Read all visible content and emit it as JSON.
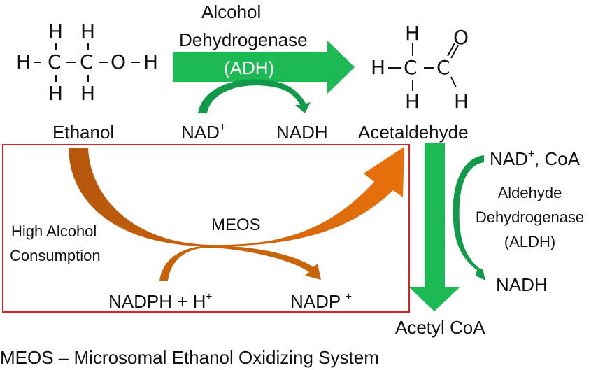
{
  "colors": {
    "adh_green": "#1db954",
    "adh_dark_green": "#12994a",
    "meos_orange_dark": "#b5560c",
    "meos_orange": "#e8710c",
    "box_red": "#dd2222",
    "text": "#111111"
  },
  "ethanol": {
    "name": "Ethanol",
    "structure": {
      "top_h1": "H",
      "top_h2": "H",
      "row": [
        "H",
        "–",
        "C",
        "–",
        "C",
        "–",
        "O",
        "–",
        "H"
      ],
      "bottom_h1": "H",
      "bottom_h2": "H"
    }
  },
  "acetaldehyde": {
    "name": "Acetaldehyde",
    "structure": {
      "top_h": "H",
      "oxygen": "O",
      "row": [
        "H",
        "C",
        "C"
      ],
      "bottom_h1": "H",
      "bottom_h2": "H"
    }
  },
  "adh_reaction": {
    "enzyme_line1": "Alcohol",
    "enzyme_line2": "Dehydrogenase",
    "abbreviation": "(ADH)",
    "cofactor_in": "NAD",
    "cofactor_in_sup": "+",
    "cofactor_out": "NADH"
  },
  "aldh_reaction": {
    "cofactor_in": "NAD",
    "cofactor_in_sup": "+",
    "cofactor_in_suffix": ", CoA",
    "enzyme_line1": "Aldehyde",
    "enzyme_line2": "Dehydrogenase",
    "abbreviation": "(ALDH)",
    "cofactor_out": "NADH",
    "product": "Acetyl CoA"
  },
  "meos_box": {
    "condition_line1": "High Alcohol",
    "condition_line2": "Consumption",
    "label": "MEOS",
    "cofactor_in": "NADPH + H",
    "cofactor_in_sup": "+",
    "cofactor_out": "NADP ",
    "cofactor_out_sup": "+"
  },
  "footnote": "MEOS – Microsomal Ethanol Oxidizing System"
}
